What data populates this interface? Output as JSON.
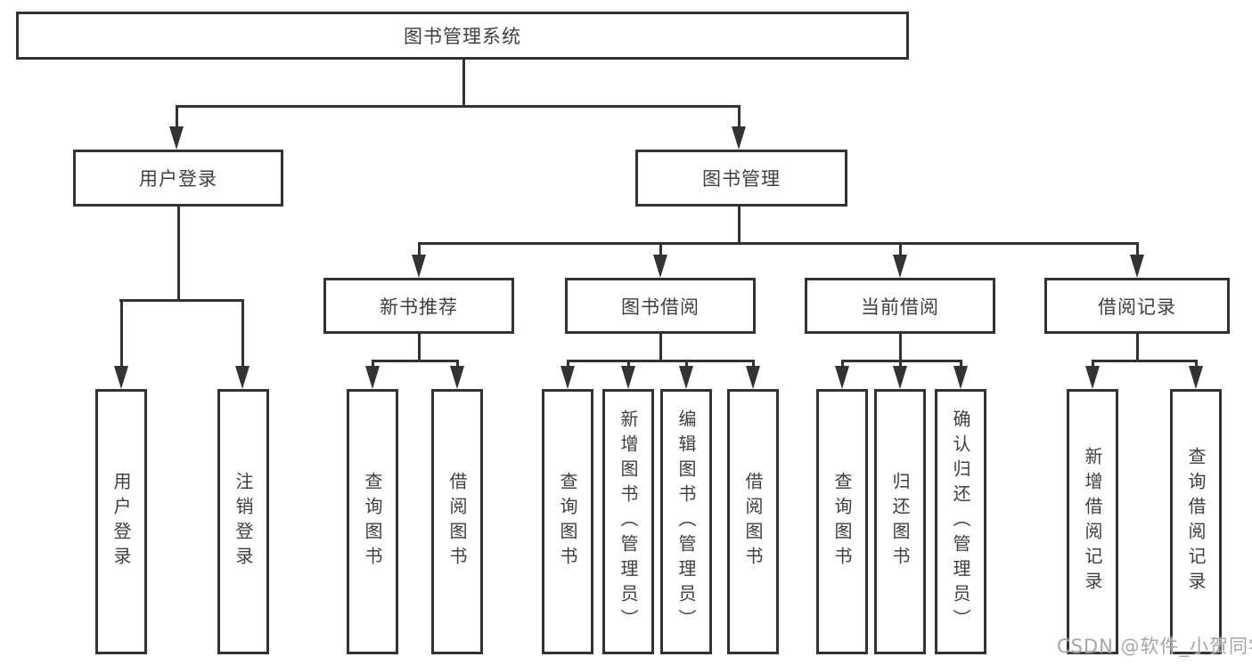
{
  "diagram": {
    "root": {
      "label": "图书管理系统"
    },
    "level2": [
      {
        "label": "用户登录"
      },
      {
        "label": "图书管理"
      }
    ],
    "level3": [
      {
        "label": "新书推荐",
        "parent": "图书管理"
      },
      {
        "label": "图书借阅",
        "parent": "图书管理"
      },
      {
        "label": "当前借阅",
        "parent": "图书管理"
      },
      {
        "label": "借阅记录",
        "parent": "图书管理"
      }
    ],
    "leaves": [
      {
        "label": "用户登录",
        "parent": "用户登录"
      },
      {
        "label": "注销登录",
        "parent": "用户登录"
      },
      {
        "label": "查询图书",
        "parent": "新书推荐"
      },
      {
        "label": "借阅图书",
        "parent": "新书推荐"
      },
      {
        "label": "查询图书",
        "parent": "图书借阅"
      },
      {
        "label": "新增图书（管理员）",
        "parent": "图书借阅"
      },
      {
        "label": "编辑图书（管理员）",
        "parent": "图书借阅"
      },
      {
        "label": "借阅图书",
        "parent": "图书借阅"
      },
      {
        "label": "查询图书",
        "parent": "当前借阅"
      },
      {
        "label": "归还图书",
        "parent": "当前借阅"
      },
      {
        "label": "确认归还（管理员）",
        "parent": "当前借阅"
      },
      {
        "label": "新增借阅记录",
        "parent": "借阅记录"
      },
      {
        "label": "查询借阅记录",
        "parent": "借阅记录"
      }
    ],
    "watermark": "CSDN @软件_小贺同学",
    "colors": {
      "line": "#333333",
      "text": "#3f3f3f",
      "watermark": "#a6a6a6",
      "background": "#ffffff"
    }
  }
}
